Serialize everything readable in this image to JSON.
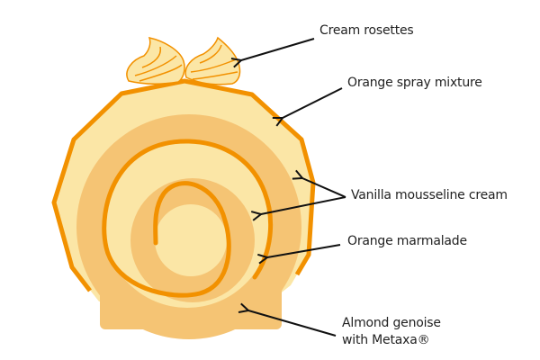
{
  "colors": {
    "cream": "#FBE6A6",
    "genoise": "#F5C474",
    "orange": "#F29100",
    "arrow": "#111111"
  },
  "labels": {
    "cream_rosettes": "Cream rosettes",
    "orange_spray": "Orange spray mixture",
    "vanilla": "Vanilla mousseline cream",
    "marmalade": "Orange marmalade",
    "almond_line1": "Almond genoise",
    "almond_line2": "with Metaxa®"
  }
}
